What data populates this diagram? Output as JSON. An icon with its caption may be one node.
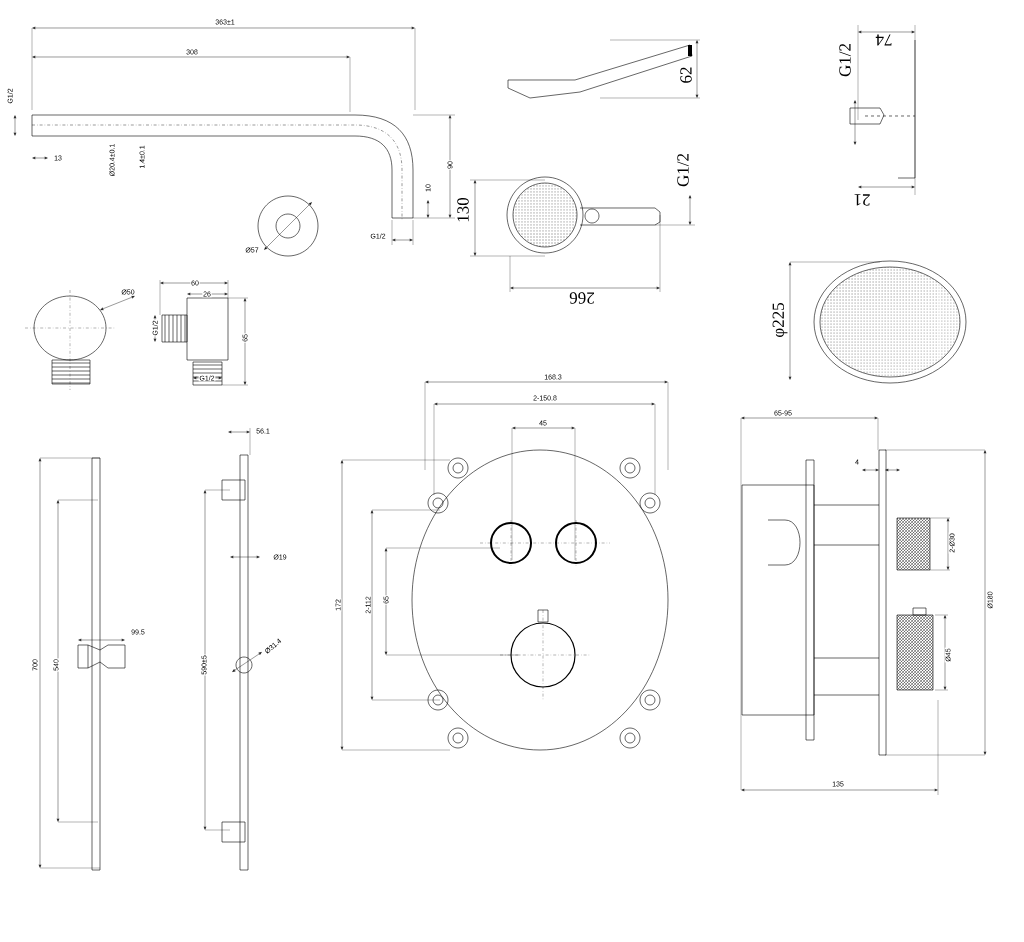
{
  "diagram": {
    "labels": [
      "363±1",
      "308",
      "G1/2",
      "13",
      "Ø20.4±0.1",
      "1.4±0.1",
      "90",
      "10",
      "G1/2",
      "Ø57",
      "62",
      "G1/2",
      "74",
      "21",
      "130",
      "G1/2",
      "266",
      "φ225",
      "Ø50",
      "60",
      "26",
      "G1/2",
      "65",
      "G1/2",
      "700",
      "540",
      "99.5",
      "56.1",
      "Ø19",
      "590±5",
      "Ø31.4",
      "168.3",
      "2-150.8",
      "45",
      "172",
      "2-112",
      "65",
      "65-95",
      "4",
      "2-Ø30",
      "Ø180",
      "Ø45",
      "135"
    ]
  }
}
